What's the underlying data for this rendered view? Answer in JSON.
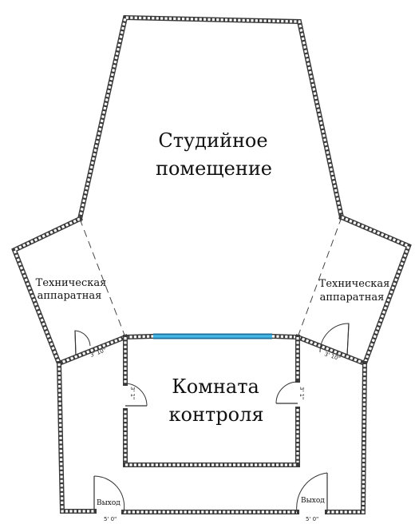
{
  "rooms": {
    "studio": [
      "Студийное",
      "помещение"
    ],
    "control": [
      "Комната",
      "контроля"
    ],
    "tech_left": [
      "Техническая",
      "аппаратная"
    ],
    "tech_right": [
      "Техническая",
      "аппаратная"
    ]
  },
  "doors": {
    "tech_left_dim": "3' 10\"",
    "tech_right_dim": "3' 10\"",
    "control_left_dim": "3' 1\"",
    "control_right_dim": "3' 1\"",
    "exit_left_label": "Выход",
    "exit_left_dim": "5' 0\"",
    "exit_right_label": "Выход",
    "exit_right_dim": "5' 0\""
  },
  "colors": {
    "window": "#45b8e6",
    "wall": "#3a3a3a"
  }
}
